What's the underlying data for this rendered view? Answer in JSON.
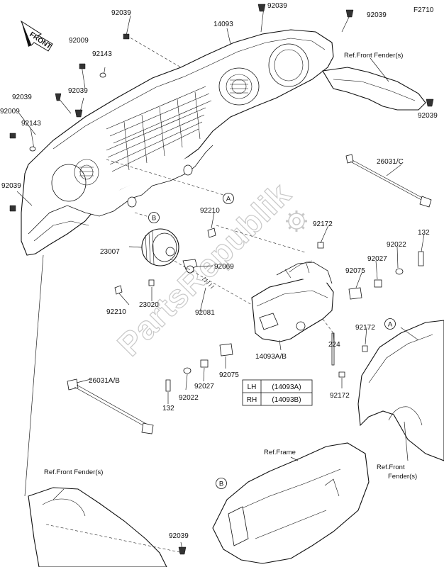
{
  "figure_code": "F2710",
  "direction_arrow": "FRONT",
  "watermark": "PartsRepublik",
  "references": {
    "front_fender_right": "Ref.Front Fender(s)",
    "front_fender_mid": "Ref.Front\nFender(s)",
    "front_fender_left": "Ref.Front Fender(s)",
    "frame": "Ref.Frame"
  },
  "callouts": {
    "a": "A",
    "b": "B"
  },
  "part_labels": {
    "p92039_top": "92039",
    "p92039_clip_top": "92039",
    "p92039_clip_right": "92039",
    "p14093": "14093",
    "p92009_a": "92009",
    "p92143_a": "92143",
    "p92039_left1": "92039",
    "p92039_left2": "92039",
    "p92009_b": "92009",
    "p92143_b": "92143",
    "p92039_left3": "92039",
    "p92039_right_fender": "92039",
    "p26031c": "26031/C",
    "p92210_top": "92210",
    "p92172_top": "92172",
    "p132_top": "132",
    "p23007": "23007",
    "p92069": "92069",
    "p92022_top": "92022",
    "p92027_top": "92027",
    "p92075_top": "92075",
    "p23020": "23020",
    "p92081": "92081",
    "p92210_bot": "92210",
    "p92172_mid": "92172",
    "p224": "224",
    "p14093ab": "14093A/B",
    "p26031ab": "26031A/B",
    "p92075_bot": "92075",
    "p92027_bot": "92027",
    "p92022_bot": "92022",
    "p132_bot": "132",
    "p92172_bot": "92172",
    "p92039_bottom": "92039"
  },
  "variant_table": {
    "rows": [
      {
        "side": "LH",
        "part": "(14093A)"
      },
      {
        "side": "RH",
        "part": "(14093B)"
      }
    ]
  }
}
